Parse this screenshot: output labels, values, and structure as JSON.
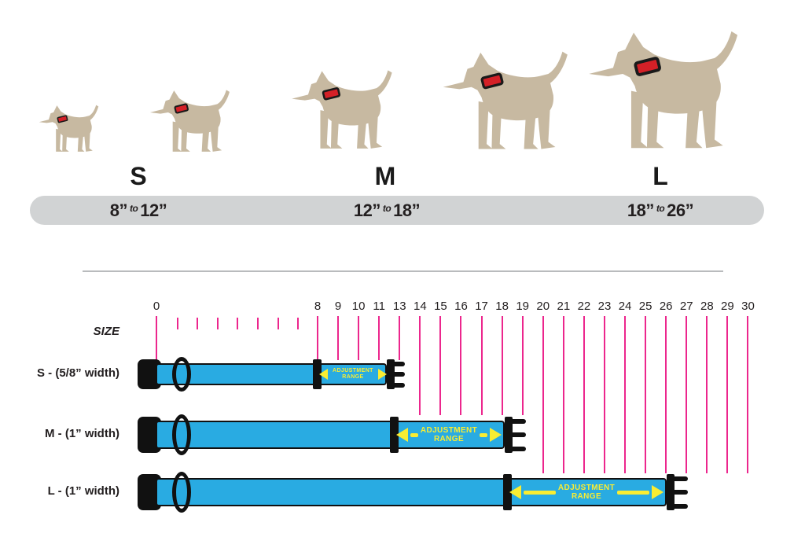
{
  "sizes_section": {
    "dogs": [
      {
        "name": "extra-small-dog"
      },
      {
        "name": "small-dog"
      },
      {
        "name": "medium-dog"
      },
      {
        "name": "large-dog"
      },
      {
        "name": "extra-large-dog"
      }
    ],
    "groups": [
      {
        "letter": "S",
        "range_from": "8”",
        "to_word": "to",
        "range_to": "12”"
      },
      {
        "letter": "M",
        "range_from": "12”",
        "to_word": "to",
        "range_to": "18”"
      },
      {
        "letter": "L",
        "range_from": "18”",
        "to_word": "to",
        "range_to": "26”"
      }
    ]
  },
  "chart": {
    "size_axis_label": "SIZE",
    "ruler_labels": [
      "0",
      "8",
      "9",
      "10",
      "11",
      "13",
      "14",
      "15",
      "16",
      "17",
      "18",
      "19",
      "20",
      "21",
      "22",
      "23",
      "24",
      "25",
      "26",
      "27",
      "28",
      "29",
      "30"
    ],
    "rows": [
      {
        "id": "S",
        "label": "S - (5/8” width)",
        "adjustment_line1": "ADJUSTMENT",
        "adjustment_line2": "RANGE"
      },
      {
        "id": "M",
        "label": "M - (1” width)",
        "adjustment_line1": "ADJUSTMENT",
        "adjustment_line2": "RANGE"
      },
      {
        "id": "L",
        "label": "L - (1” width)",
        "adjustment_line1": "ADJUSTMENT",
        "adjustment_line2": "RANGE"
      }
    ]
  },
  "colors": {
    "dog_tan": "#c7b9a1",
    "collar_blue": "#29abe2",
    "tick_pink": "#ec268d",
    "arrow_yellow": "#f9ed32",
    "bar_gray": "#d1d3d4",
    "collar_red": "#d42027"
  }
}
